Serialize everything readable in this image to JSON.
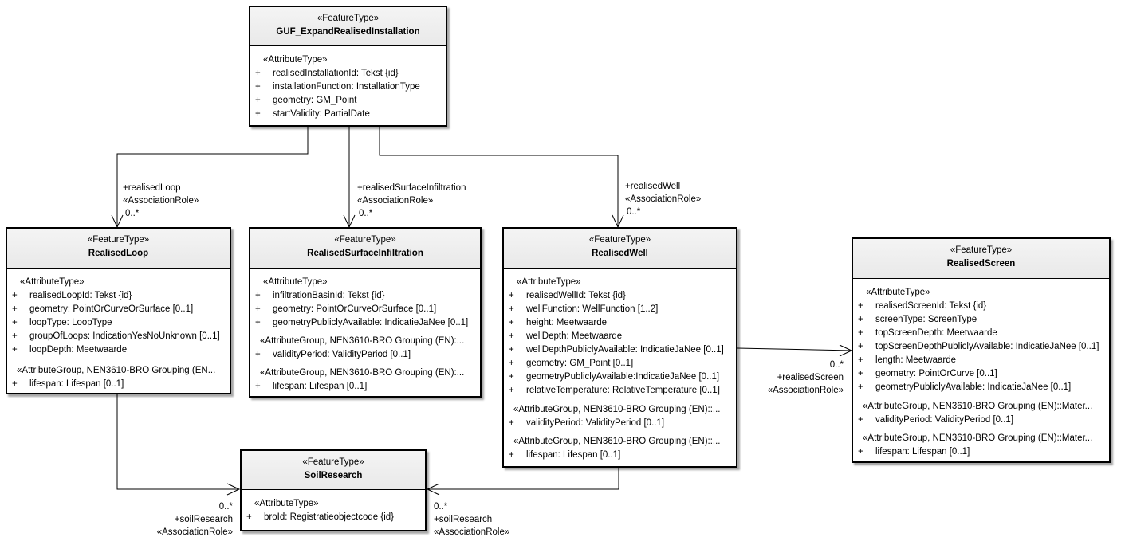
{
  "diagram": {
    "classes": {
      "guf": {
        "stereotype": "«FeatureType»",
        "name": "GUF_ExpandRealisedInstallation",
        "attr_stereo": "«AttributeType»",
        "attributes": [
          {
            "vis": "+",
            "text": "realisedInstallationId: Tekst {id}"
          },
          {
            "vis": "+",
            "text": "installationFunction: InstallationType"
          },
          {
            "vis": "+",
            "text": "geometry: GM_Point"
          },
          {
            "vis": "+",
            "text": "startValidity: PartialDate"
          }
        ]
      },
      "loop": {
        "stereotype": "«FeatureType»",
        "name": "RealisedLoop",
        "attr_stereo": "«AttributeType»",
        "attributes": [
          {
            "vis": "+",
            "text": "realisedLoopId: Tekst {id}"
          },
          {
            "vis": "+",
            "text": "geometry: PointOrCurveOrSurface [0..1]"
          },
          {
            "vis": "+",
            "text": "loopType: LoopType"
          },
          {
            "vis": "+",
            "text": "groupOfLoops: IndicationYesNoUnknown [0..1]"
          },
          {
            "vis": "+",
            "text": "loopDepth: Meetwaarde"
          }
        ],
        "group1": "«AttributeGroup, NEN3610-BRO Grouping (EN...",
        "group1_attrs": [
          {
            "vis": "+",
            "text": "lifespan: Lifespan [0..1]"
          }
        ]
      },
      "infil": {
        "stereotype": "«FeatureType»",
        "name": "RealisedSurfaceInfiltration",
        "attr_stereo": "«AttributeType»",
        "attributes": [
          {
            "vis": "+",
            "text": "infiltrationBasinId: Tekst {id}"
          },
          {
            "vis": "+",
            "text": "geometry: PointOrCurveOrSurface [0..1]"
          },
          {
            "vis": "+",
            "text": "geometryPubliclyAvailable: IndicatieJaNee [0..1]"
          }
        ],
        "group1": "«AttributeGroup, NEN3610-BRO Grouping (EN):...",
        "group1_attrs": [
          {
            "vis": "+",
            "text": "validityPeriod: ValidityPeriod [0..1]"
          }
        ],
        "group2": "«AttributeGroup, NEN3610-BRO Grouping (EN):...",
        "group2_attrs": [
          {
            "vis": "+",
            "text": "lifespan: Lifespan [0..1]"
          }
        ]
      },
      "well": {
        "stereotype": "«FeatureType»",
        "name": "RealisedWell",
        "attr_stereo": "«AttributeType»",
        "attributes": [
          {
            "vis": "+",
            "text": "realisedWellId: Tekst {id}"
          },
          {
            "vis": "+",
            "text": "wellFunction: WellFunction [1..2]"
          },
          {
            "vis": "+",
            "text": "height: Meetwaarde"
          },
          {
            "vis": "+",
            "text": "wellDepth: Meetwaarde"
          },
          {
            "vis": "+",
            "text": "wellDepthPubliclyAvailable: IndicatieJaNee [0..1]"
          },
          {
            "vis": "+",
            "text": "geometry: GM_Point [0..1]"
          },
          {
            "vis": "+",
            "text": "geometryPubliclyAvailable:IndicatieJaNee [0..1]"
          },
          {
            "vis": "+",
            "text": "relativeTemperature: RelativeTemperature [0..1]"
          }
        ],
        "group1": "«AttributeGroup, NEN3610-BRO Grouping (EN)::...",
        "group1_attrs": [
          {
            "vis": "+",
            "text": "validityPeriod: ValidityPeriod [0..1]"
          }
        ],
        "group2": "«AttributeGroup, NEN3610-BRO Grouping (EN)::...",
        "group2_attrs": [
          {
            "vis": "+",
            "text": "lifespan: Lifespan [0..1]"
          }
        ]
      },
      "screen": {
        "stereotype": "«FeatureType»",
        "name": "RealisedScreen",
        "attr_stereo": "«AttributeType»",
        "attributes": [
          {
            "vis": "+",
            "text": "realisedScreenId: Tekst {id}"
          },
          {
            "vis": "+",
            "text": "screenType: ScreenType"
          },
          {
            "vis": "+",
            "text": "topScreenDepth: Meetwaarde"
          },
          {
            "vis": "+",
            "text": "topScreenDepthPubliclyAvailable: IndicatieJaNee [0..1]"
          },
          {
            "vis": "+",
            "text": "length: Meetwaarde"
          },
          {
            "vis": "+",
            "text": "geometry: PointOrCurve [0..1]"
          },
          {
            "vis": "+",
            "text": "geometryPubliclyAvailable: IndicatieJaNee [0..1]"
          }
        ],
        "group1": "«AttributeGroup, NEN3610-BRO Grouping (EN)::Mater...",
        "group1_attrs": [
          {
            "vis": "+",
            "text": "validityPeriod: ValidityPeriod [0..1]"
          }
        ],
        "group2": "«AttributeGroup, NEN3610-BRO Grouping (EN)::Mater...",
        "group2_attrs": [
          {
            "vis": "+",
            "text": "lifespan: Lifespan [0..1]"
          }
        ]
      },
      "soil": {
        "stereotype": "«FeatureType»",
        "name": "SoilResearch",
        "attr_stereo": "«AttributeType»",
        "attributes": [
          {
            "vis": "+",
            "text": "broId: Registratieobjectcode {id}"
          }
        ]
      }
    },
    "associations": {
      "loop": {
        "role": "+realisedLoop",
        "stereotype": "«AssociationRole»",
        "multiplicity": "0..*"
      },
      "infil": {
        "role": "+realisedSurfaceInfiltration",
        "stereotype": "«AssociationRole»",
        "multiplicity": "0..*"
      },
      "well": {
        "role": "+realisedWell",
        "stereotype": "«AssociationRole»",
        "multiplicity": "0..*"
      },
      "screen": {
        "role": "+realisedScreen",
        "stereotype": "«AssociationRole»",
        "multiplicity": "0..*"
      },
      "soil_left": {
        "role": "+soilResearch",
        "stereotype": "«AssociationRole»",
        "multiplicity": "0..*"
      },
      "soil_right": {
        "role": "+soilResearch",
        "stereotype": "«AssociationRole»",
        "multiplicity": "0..*"
      }
    }
  }
}
